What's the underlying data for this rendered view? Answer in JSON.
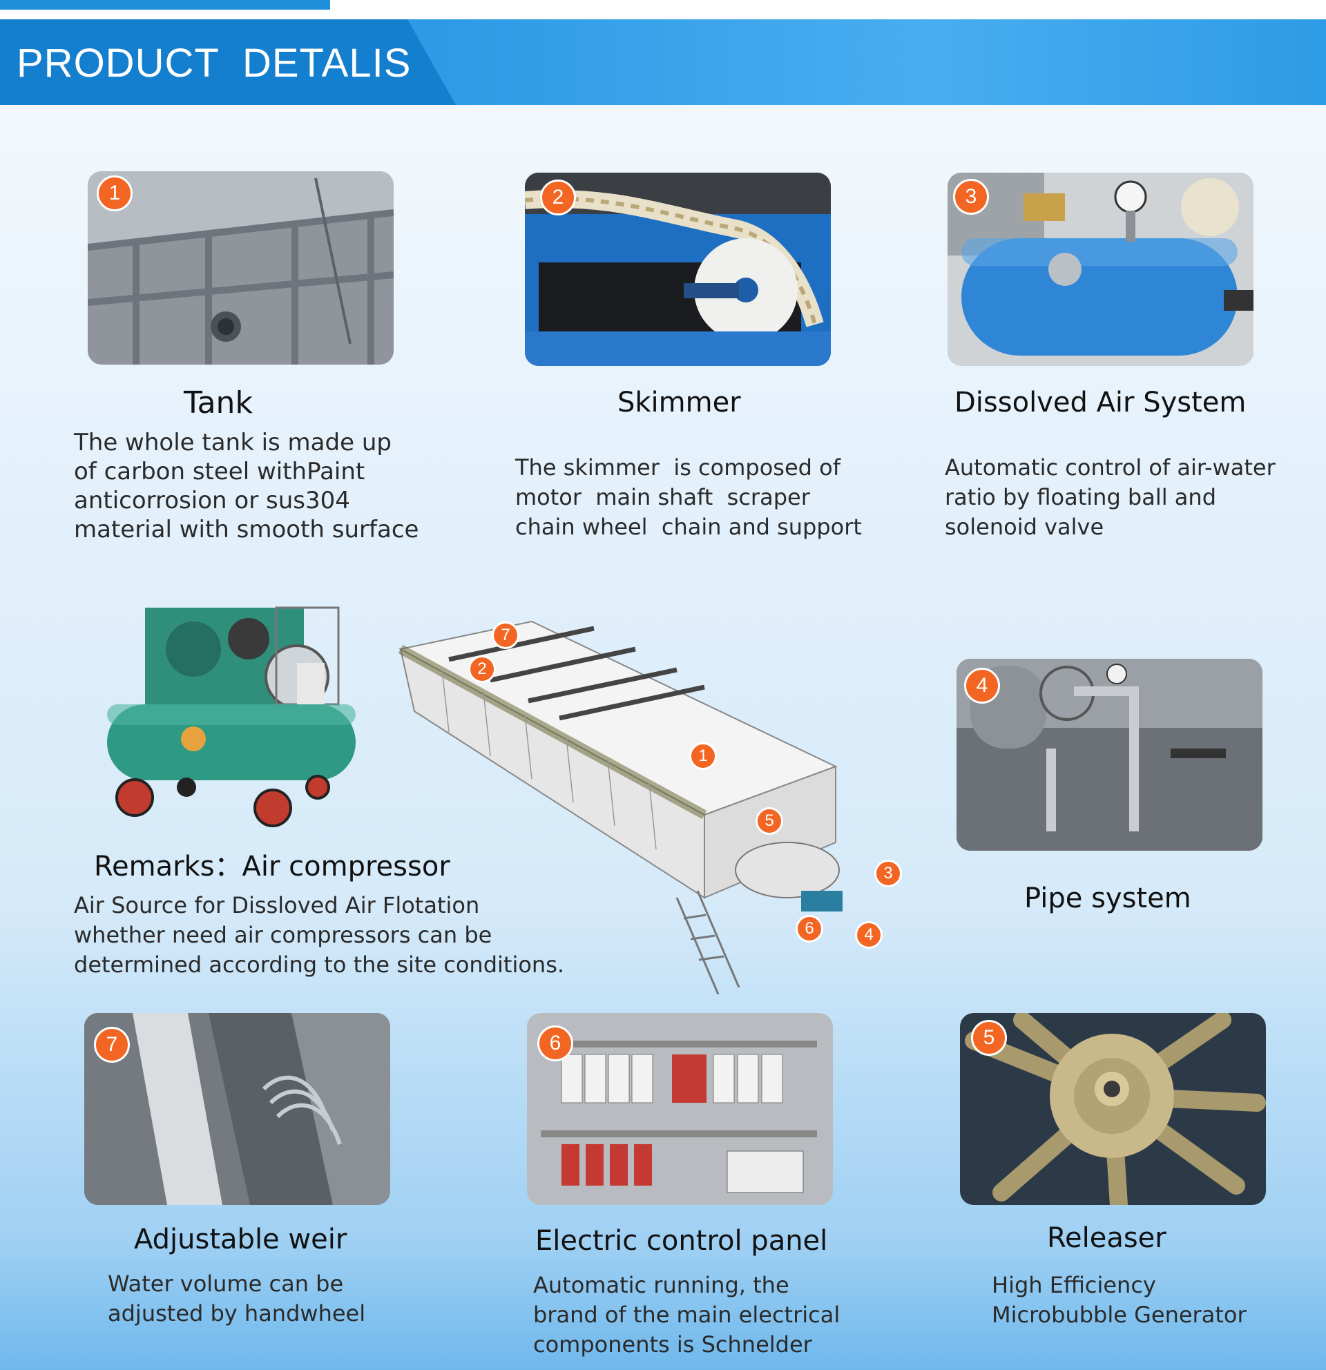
{
  "banner": {
    "title": "PRODUCT  DETALIS"
  },
  "items": [
    {
      "num": "1",
      "title": "Tank",
      "lines": [
        "The whole tank is made up",
        "of carbon steel withPaint",
        "anticorrosion or sus304",
        "material with smooth surface"
      ]
    },
    {
      "num": "2",
      "title": "Skimmer",
      "lines": [
        "The skimmer  is composed of",
        "motor  main shaft  scraper",
        "chain wheel  chain and support"
      ]
    },
    {
      "num": "3",
      "title": "Dissolved Air System",
      "lines": [
        "Automatic control of air-water",
        "ratio by floating ball and",
        "solenoid valve"
      ]
    },
    {
      "num": "4",
      "title": "Pipe system",
      "lines": []
    },
    {
      "num": "7",
      "title": "Adjustable weir",
      "lines": [
        "Water volume can be",
        "adjusted by handwheel"
      ]
    },
    {
      "num": "6",
      "title": "Electric control panel",
      "lines": [
        "Automatic running, the",
        "brand of the main electrical",
        "components is Schnelder"
      ]
    },
    {
      "num": "5",
      "title": "Releaser",
      "lines": [
        "High Efficiency",
        "Microbubble Generator"
      ]
    }
  ],
  "remarks": {
    "title": "Remarks：Air compressor",
    "lines": [
      "Air Source for Dissloved Air Flotation",
      "whether need air compressors can be",
      "determined according to the site conditions."
    ]
  },
  "machine_markers": [
    "7",
    "2",
    "1",
    "5",
    "3",
    "6",
    "4"
  ],
  "colors": {
    "banner": "#1e8ede",
    "badge": "#f26522",
    "equipment_blue": "#2f86d6",
    "compressor_green": "#2f8f7a"
  }
}
